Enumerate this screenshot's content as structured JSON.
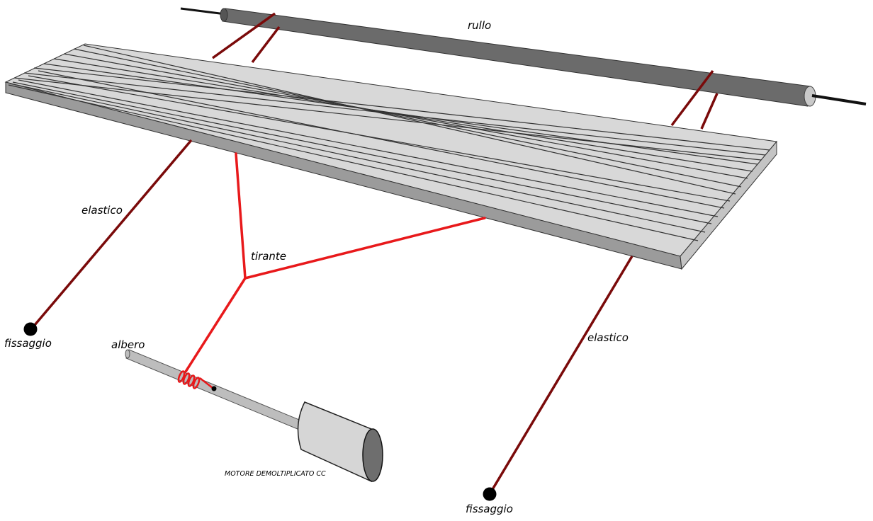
{
  "labels": {
    "roller": "rullo",
    "elastic_left": "elastico",
    "elastic_right": "elastico",
    "tie_rod": "tirante",
    "anchor_left": "fissaggio",
    "anchor_right": "fissaggio",
    "shaft": "albero",
    "motor": "MOTORE DEMOLTIPLICATO CC"
  },
  "colors": {
    "background": "#ffffff",
    "board_top": "#d8d8d8",
    "board_front": "#999999",
    "board_side": "#c4c4c4",
    "board_grooves": "#333333",
    "roller": "#6b6b6b",
    "roller_end": "#c9c9c9",
    "roller_axle": "#111111",
    "elastic": "#7a0a0a",
    "tie_rod": "#e8191b",
    "shaft": "#bdbdbd",
    "motor_body": "#d6d6d6",
    "motor_face": "#6e6e6e",
    "anchor": "#000000"
  }
}
